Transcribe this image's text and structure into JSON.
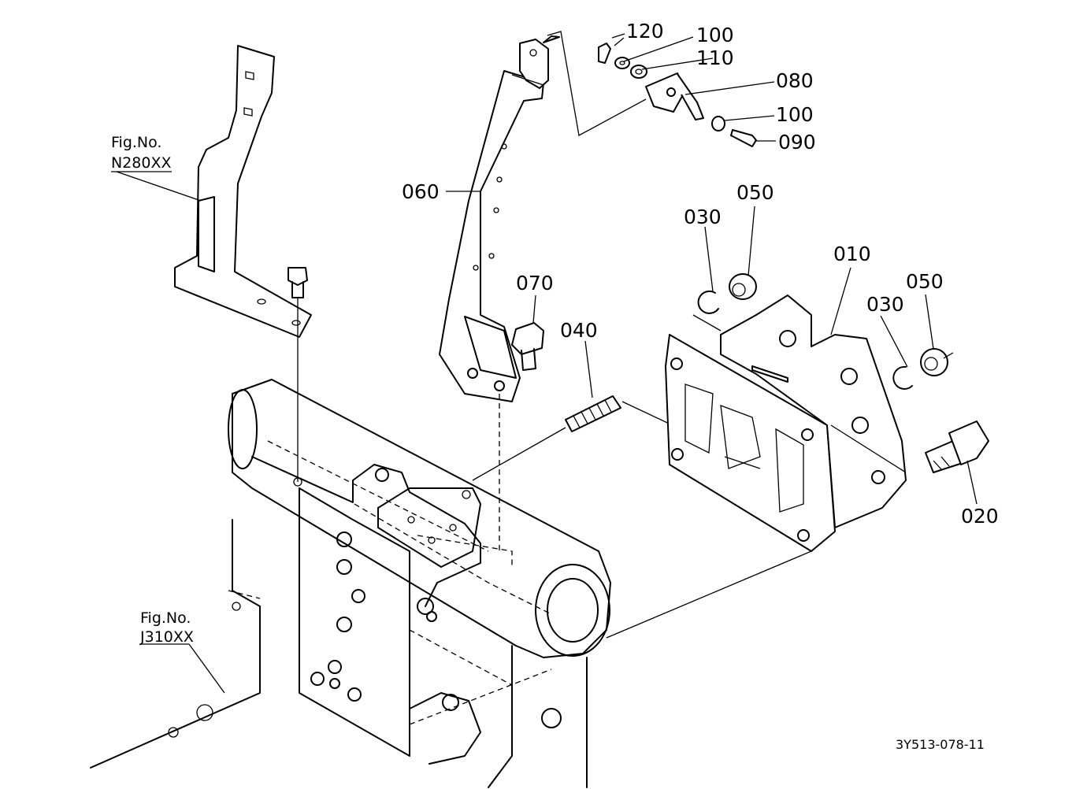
{
  "labels": {
    "p120": "120",
    "p100a": "100",
    "p110": "110",
    "p080": "080",
    "p100b": "100",
    "p090": "090",
    "p060": "060",
    "p030a": "030",
    "p050a": "050",
    "p010": "010",
    "p070": "070",
    "p040": "040",
    "p030b": "030",
    "p050b": "050",
    "p020": "020"
  },
  "refs": {
    "top_fig": "Fig.No.",
    "top_num": "N280XX",
    "bottom_fig": "Fig.No.",
    "bottom_num": "J310XX"
  },
  "drawing_code": "3Y513-078-11"
}
